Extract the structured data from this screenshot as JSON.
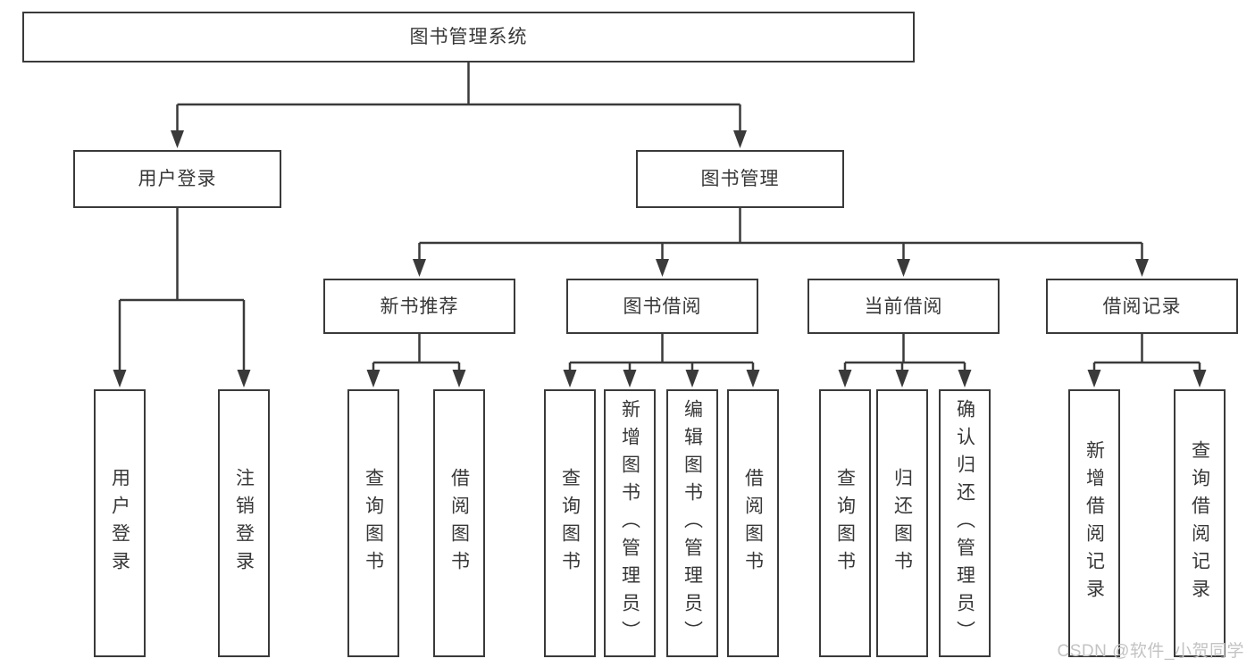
{
  "diagram": {
    "root": {
      "label": "图书管理系统"
    },
    "level2": [
      {
        "label": "用户登录",
        "children": [
          {
            "label": "用户登录"
          },
          {
            "label": "注销登录"
          }
        ]
      },
      {
        "label": "图书管理",
        "children": [
          {
            "label": "新书推荐",
            "children": [
              {
                "label": "查询图书"
              },
              {
                "label": "借阅图书"
              }
            ]
          },
          {
            "label": "图书借阅",
            "children": [
              {
                "label": "查询图书"
              },
              {
                "label": "新增图书（管理员）"
              },
              {
                "label": "编辑图书（管理员）"
              },
              {
                "label": "借阅图书"
              }
            ]
          },
          {
            "label": "当前借阅",
            "children": [
              {
                "label": "查询图书"
              },
              {
                "label": "归还图书"
              },
              {
                "label": "确认归还（管理员）"
              }
            ]
          },
          {
            "label": "借阅记录",
            "children": [
              {
                "label": "新增借阅记录"
              },
              {
                "label": "查询借阅记录"
              }
            ]
          }
        ]
      }
    ]
  },
  "watermark": {
    "text": "CSDN @软件_小贺同学"
  },
  "colors": {
    "line": "#3a3a3a",
    "text": "#383838",
    "watermark": "#c3c3c3",
    "background": "#ffffff"
  }
}
